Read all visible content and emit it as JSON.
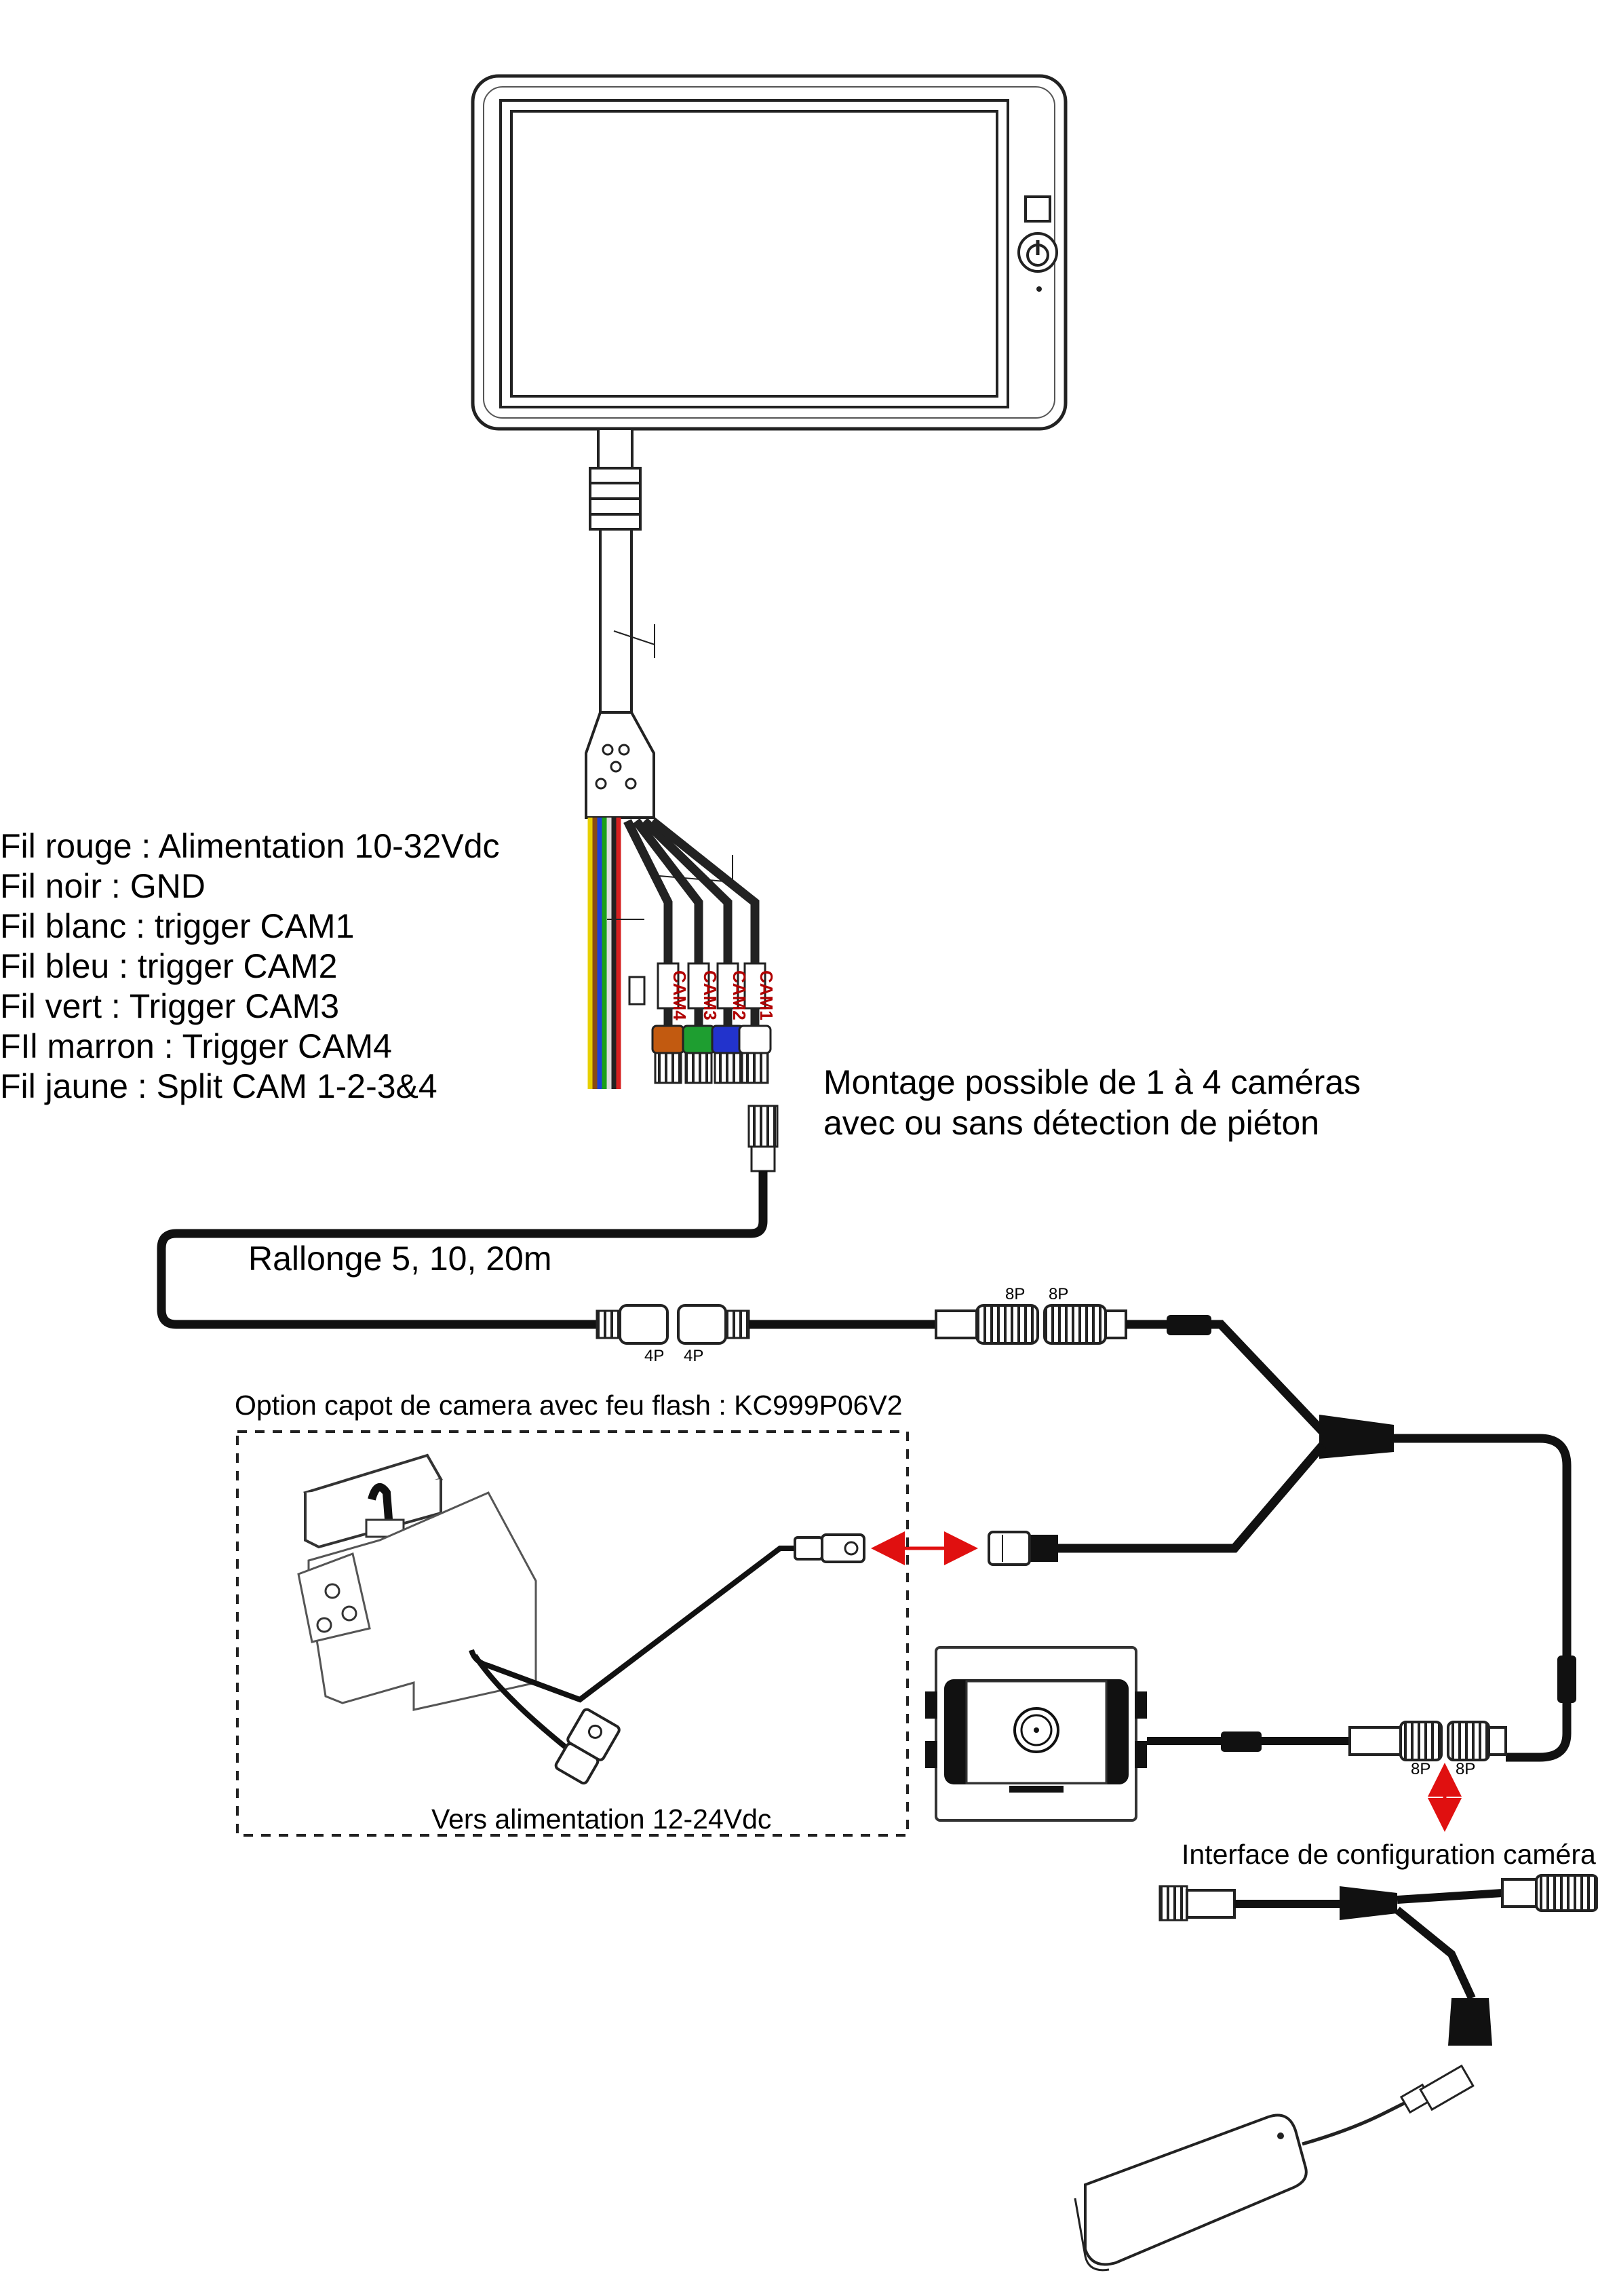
{
  "wire_legend": [
    "Fil rouge : Alimentation 10-32Vdc",
    "Fil noir : GND",
    "Fil blanc : trigger CAM1",
    "Fil bleu : trigger CAM2",
    "Fil vert : Trigger CAM3",
    "FIl marron : Trigger CAM4",
    "Fil jaune : Split CAM 1-2-3&4"
  ],
  "montage_note": [
    "Montage possible de 1 à 4 caméras",
    "avec ou sans détection de piéton"
  ],
  "extension_label": "Rallonge  5, 10, 20m",
  "connector_labels": {
    "four_pin": "4P",
    "eight_pin": "8P"
  },
  "cam_tags": [
    "CAM4",
    "CAM3",
    "CAM2",
    "CAM1"
  ],
  "option_box": {
    "title": "Option capot de camera avec feu flash : KC999P06V2",
    "power_note": "Vers alimentation 12-24Vdc"
  },
  "config_interface_label": "Interface de configuration caméra",
  "colors": {
    "wire_red": "#d62020",
    "wire_yellow": "#e8d000",
    "wire_blue": "#1c3fd8",
    "wire_green": "#19a019",
    "wire_brown": "#8a4a12",
    "arrow_red": "#e01010",
    "connector_brown": "#c25a10",
    "connector_green": "#1e9e30",
    "connector_blue": "#2233cc"
  },
  "icons": [
    "monitor",
    "power-button-icon",
    "square-button-icon",
    "camera",
    "camera-hood-flash",
    "usb-config-dongle"
  ]
}
